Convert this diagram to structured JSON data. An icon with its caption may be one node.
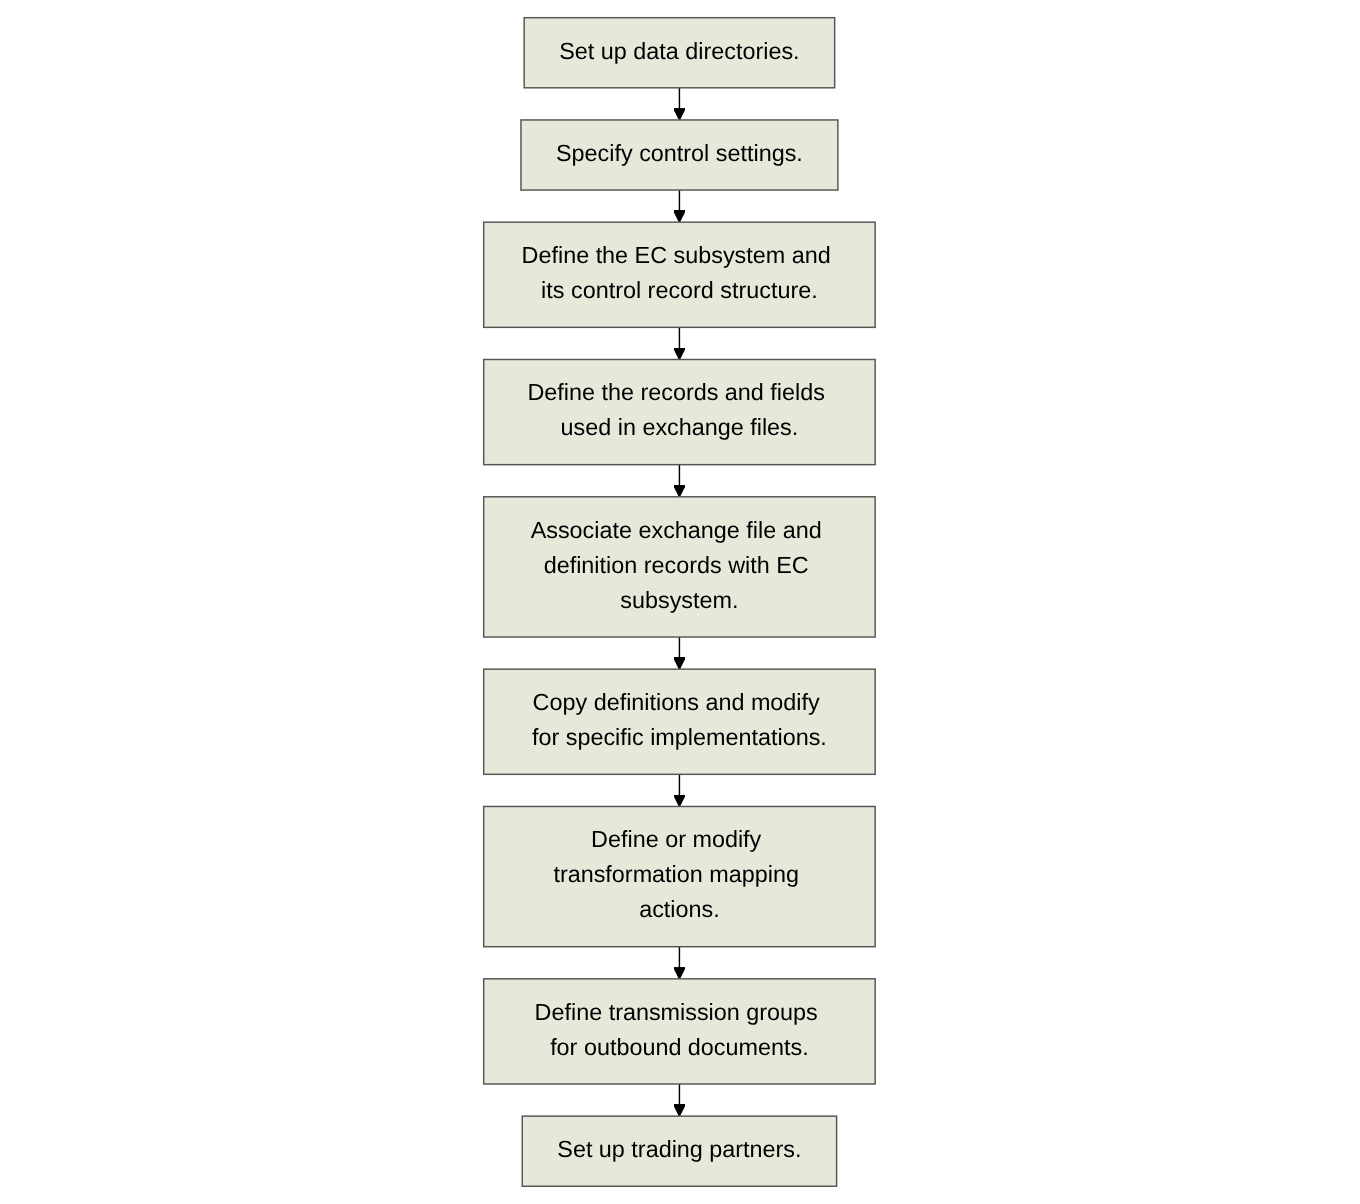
{
  "diagram": {
    "nodes": [
      {
        "text": [
          "Set up data directories."
        ]
      },
      {
        "text": [
          "Specify control settings."
        ]
      },
      {
        "text": [
          "Define the EC subsystem and its control record structure."
        ]
      },
      {
        "text": [
          "Define the records and fields used in exchange files."
        ]
      },
      {
        "text": [
          "Associate exchange file and definition records with EC subsystem."
        ]
      },
      {
        "text": [
          "Copy definitions and modify for specific implementations."
        ]
      },
      {
        "text": [
          "Define or modify transformation mapping actions."
        ]
      },
      {
        "text": [
          "Define transmission groups for outbound documents."
        ]
      },
      {
        "text": [
          "Set up trading partners."
        ]
      }
    ],
    "edges": [
      {
        "from": 0,
        "to": 1,
        "arrow": "to"
      },
      {
        "from": 1,
        "to": 2,
        "arrow": "to"
      },
      {
        "from": 2,
        "to": 3,
        "arrow": "to"
      },
      {
        "from": 3,
        "to": 4,
        "arrow": "to"
      },
      {
        "from": 4,
        "to": 5,
        "arrow": "to"
      },
      {
        "from": 5,
        "to": 6,
        "arrow": "to"
      },
      {
        "from": 6,
        "to": 7,
        "arrow": "to"
      },
      {
        "from": 7,
        "to": 8,
        "arrow": "to"
      }
    ]
  }
}
